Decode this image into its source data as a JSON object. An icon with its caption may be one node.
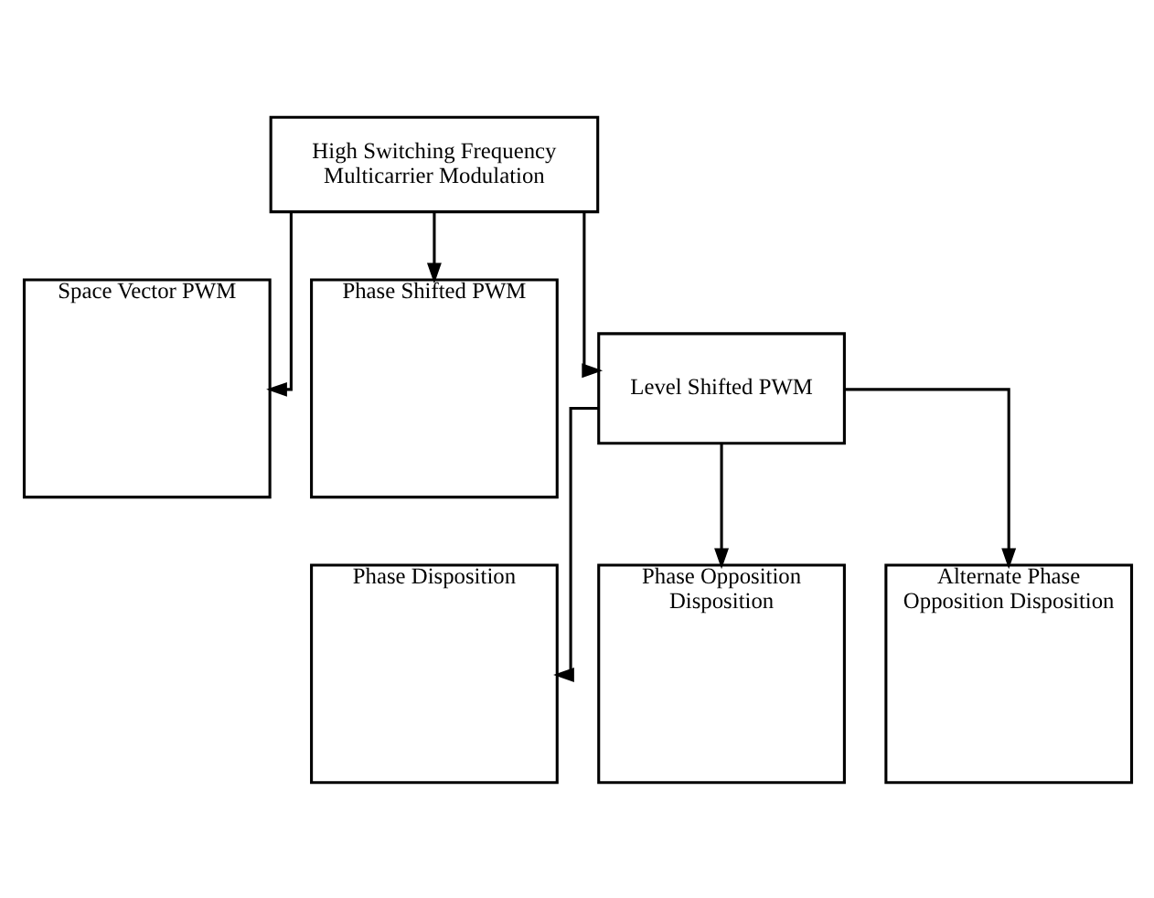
{
  "diagram": {
    "nodes": [
      {
        "text": [
          "High Switching Frequency Multicarrier Modulation"
        ]
      },
      {
        "text": [
          "Space Vector PWM"
        ]
      },
      {
        "text": [
          "Phase Shifted PWM"
        ]
      },
      {
        "text": [
          "Level Shifted PWM"
        ]
      },
      {
        "text": [
          "Phase Disposition"
        ]
      },
      {
        "text": [
          "Phase Opposition Disposition"
        ]
      },
      {
        "text": [
          "Alternate Phase Opposition Disposition"
        ]
      }
    ],
    "edges": [
      {
        "from": 0,
        "to": 1,
        "arrow": "to"
      },
      {
        "from": 0,
        "to": 2,
        "arrow": "to"
      },
      {
        "from": 0,
        "to": 3,
        "arrow": "to"
      },
      {
        "from": 3,
        "to": 4,
        "arrow": "to"
      },
      {
        "from": 3,
        "to": 5,
        "arrow": "to"
      },
      {
        "from": 3,
        "to": 6,
        "arrow": "to"
      }
    ]
  }
}
